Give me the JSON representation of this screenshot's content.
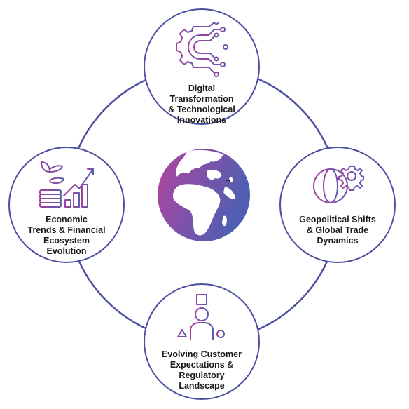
{
  "diagram": {
    "colors": {
      "ring": "#4b4fa0",
      "icon_gradient_start": "#a0409c",
      "icon_gradient_end": "#5b5bb0",
      "label": "#1a1a1a"
    },
    "center": {
      "icon": "globe-icon"
    },
    "nodes": [
      {
        "id": "top",
        "icon": "digital-gear-circuit-icon",
        "label": "Digital\nTransformation\n& Technological\nInnovations"
      },
      {
        "id": "right",
        "icon": "globe-gear-icon",
        "label": "Geopolitical Shifts\n& Global Trade\nDynamics"
      },
      {
        "id": "bottom",
        "icon": "customer-shapes-icon",
        "label": "Evolving Customer\nExpectations &\nRegulatory\nLandscape"
      },
      {
        "id": "left",
        "icon": "growth-chart-plant-icon",
        "label": "Economic\nTrends & Financial\nEcosystem\nEvolution"
      }
    ]
  }
}
